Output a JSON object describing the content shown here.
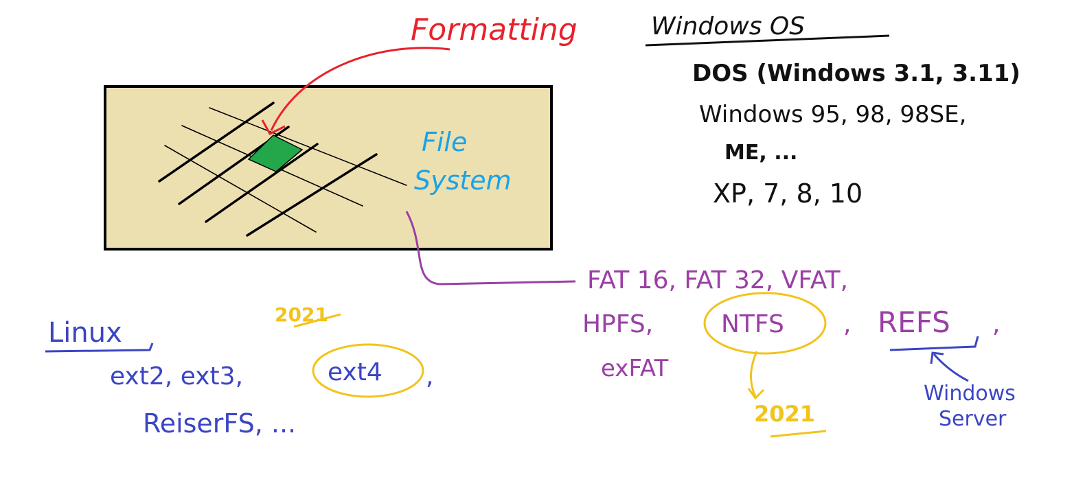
{
  "colors": {
    "red": "#e8212a",
    "blue": "#1aa3e8",
    "black": "#111111",
    "purple": "#9b3fa6",
    "indigo": "#3b45c4",
    "yellow": "#f2c31b",
    "disk_fill": "#ede0b0",
    "cell_fill": "#22a84a"
  },
  "labels": {
    "formatting": "Formatting",
    "file_system": [
      "File",
      "System"
    ]
  },
  "windows": {
    "heading": "Windows OS",
    "lines": [
      "DOS (Windows 3.1, 3.11)",
      "Windows 95, 98, 98SE,",
      "ME, ...",
      "XP, 7, 8, 10"
    ]
  },
  "windows_fs": {
    "line1": "FAT 16, FAT 32, VFAT,",
    "line2_a": "HPFS,",
    "ntfs": "NTFS",
    "comma": ",",
    "refs": "REFS",
    "comma2": ",",
    "line3": "exFAT",
    "ntfs_year": "2021",
    "refs_note": [
      "Windows",
      "Server"
    ]
  },
  "linux": {
    "heading": "Linux",
    "year": "2021",
    "line1_a": "ext2, ext3,",
    "ext4": "ext4",
    "comma": ",",
    "line2": "ReiserFS, ..."
  }
}
